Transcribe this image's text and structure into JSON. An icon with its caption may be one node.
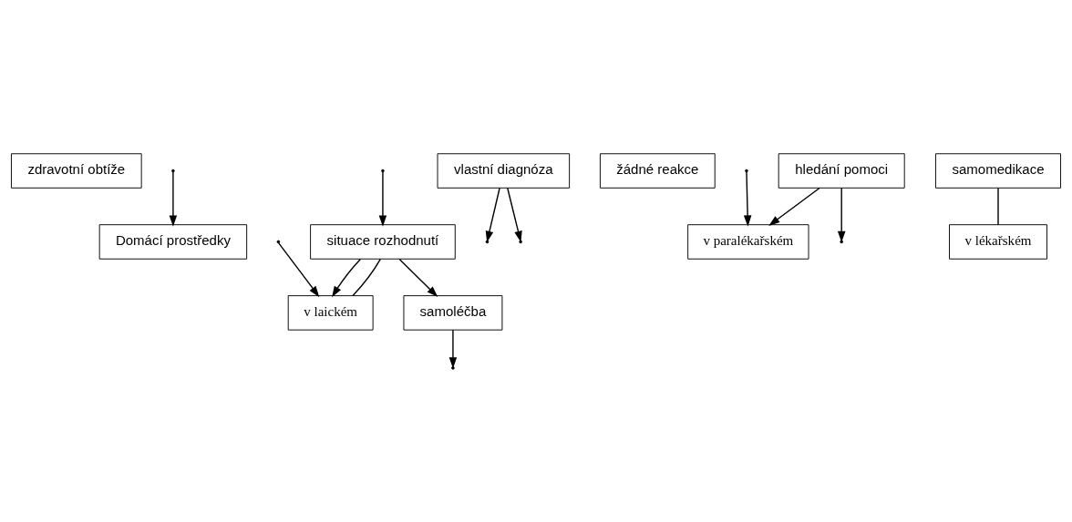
{
  "diagram": {
    "nodes": [
      {
        "text": [
          "zdravotní obtíže"
        ]
      },
      {
        "text": [
          "Domácí prostředky"
        ]
      },
      {
        "text": [
          "situace rozhodnutí"
        ]
      },
      {
        "text": [
          "vlastní diagnóza"
        ]
      },
      {
        "text": [
          "žádné reakce"
        ]
      },
      {
        "text": [
          "hledání pomoci"
        ]
      },
      {
        "text": [
          "samomedikace"
        ]
      },
      {
        "text": [
          "samoléčba"
        ]
      },
      {
        "text": [
          "v laickém"
        ]
      },
      {
        "text": [
          "v paralékařském"
        ]
      },
      {
        "text": [
          "v lékařském"
        ]
      }
    ],
    "edges": [
      {
        "from": null,
        "to": 1,
        "arrow": "to"
      },
      {
        "from": null,
        "to": 2,
        "arrow": "to"
      },
      {
        "from": 3,
        "to": null,
        "arrow": "to"
      },
      {
        "from": 3,
        "to": null,
        "arrow": "to"
      },
      {
        "from": 2,
        "to": 7,
        "arrow": "to"
      },
      {
        "from": 2,
        "to": 8,
        "arrow": "to"
      },
      {
        "from": 2,
        "to": 8,
        "arrow": "none"
      },
      {
        "from": 7,
        "to": null,
        "arrow": "to"
      },
      {
        "from": null,
        "to": 8,
        "arrow": "to"
      },
      {
        "from": null,
        "to": 9,
        "arrow": "to"
      },
      {
        "from": 6,
        "to": 10,
        "arrow": "none"
      },
      {
        "from": 5,
        "to": 9,
        "arrow": "to"
      },
      {
        "from": 5,
        "to": null,
        "arrow": "to"
      }
    ]
  }
}
